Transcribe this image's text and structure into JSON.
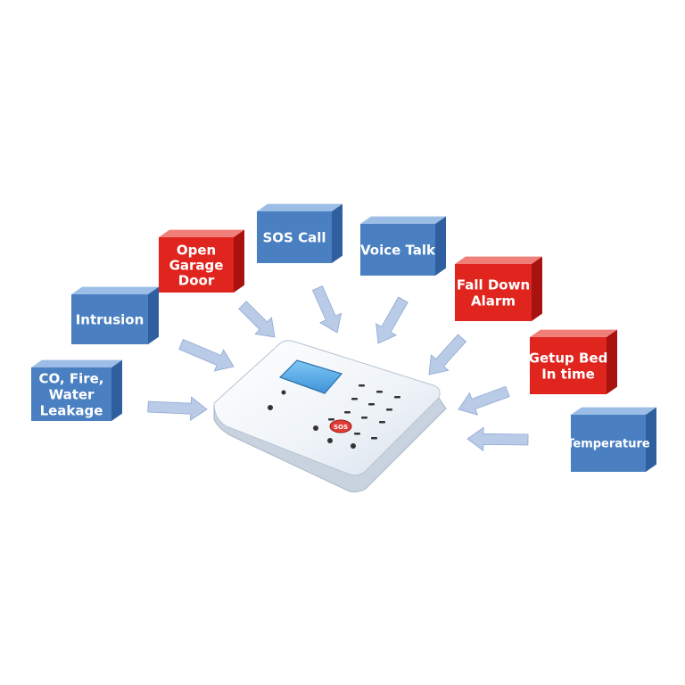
{
  "colors": {
    "blue_face": "#4a7fc1",
    "blue_top": "#9bbde6",
    "blue_side": "#2f5f9e",
    "red_face": "#e0251f",
    "red_top": "#f07f7a",
    "red_side": "#a8120f",
    "arrow": "#b9cbe6",
    "arrow_edge": "#8ea9d4"
  },
  "device": {
    "sos_label": "SOS"
  },
  "nodes": [
    {
      "id": "co-fire-water-leakage",
      "lines": [
        "CO, Fire,",
        "Water",
        "Leakage"
      ],
      "color": "blue"
    },
    {
      "id": "intrusion",
      "lines": [
        "Intrusion"
      ],
      "color": "blue"
    },
    {
      "id": "open-garage-door",
      "lines": [
        "Open",
        "Garage",
        "Door"
      ],
      "color": "red"
    },
    {
      "id": "sos-call",
      "lines": [
        "SOS Call"
      ],
      "color": "blue"
    },
    {
      "id": "voice-talk",
      "lines": [
        "Voice Talk"
      ],
      "color": "blue"
    },
    {
      "id": "fall-down-alarm",
      "lines": [
        "Fall Down",
        "Alarm"
      ],
      "color": "red"
    },
    {
      "id": "getup-bed-in-time",
      "lines": [
        "Getup Bed",
        "In time"
      ],
      "color": "red"
    },
    {
      "id": "temperature",
      "lines": [
        "Temperature"
      ],
      "color": "blue"
    }
  ]
}
